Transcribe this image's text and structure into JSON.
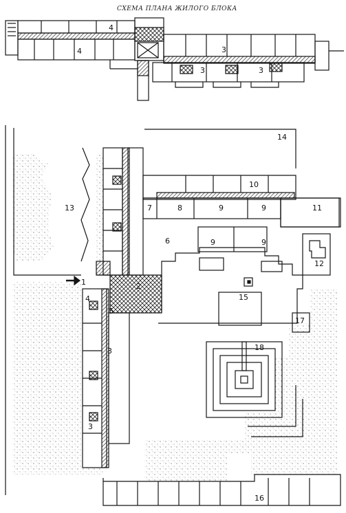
{
  "title": "СХЕМА ПЛАНА ЖИЛОГО БЛОКА",
  "labels": {
    "top_plan": [
      "4",
      "4",
      "3",
      "3",
      "3"
    ],
    "site": [
      "1",
      "2",
      "3",
      "3",
      "4",
      "5",
      "6",
      "7",
      "8",
      "9",
      "9",
      "9",
      "9",
      "10",
      "11",
      "12",
      "13",
      "14",
      "15",
      "16",
      "17",
      "18"
    ]
  },
  "colors": {
    "ink": "#151515",
    "stipple": "#6b6b6b",
    "paper": "#ffffff"
  }
}
